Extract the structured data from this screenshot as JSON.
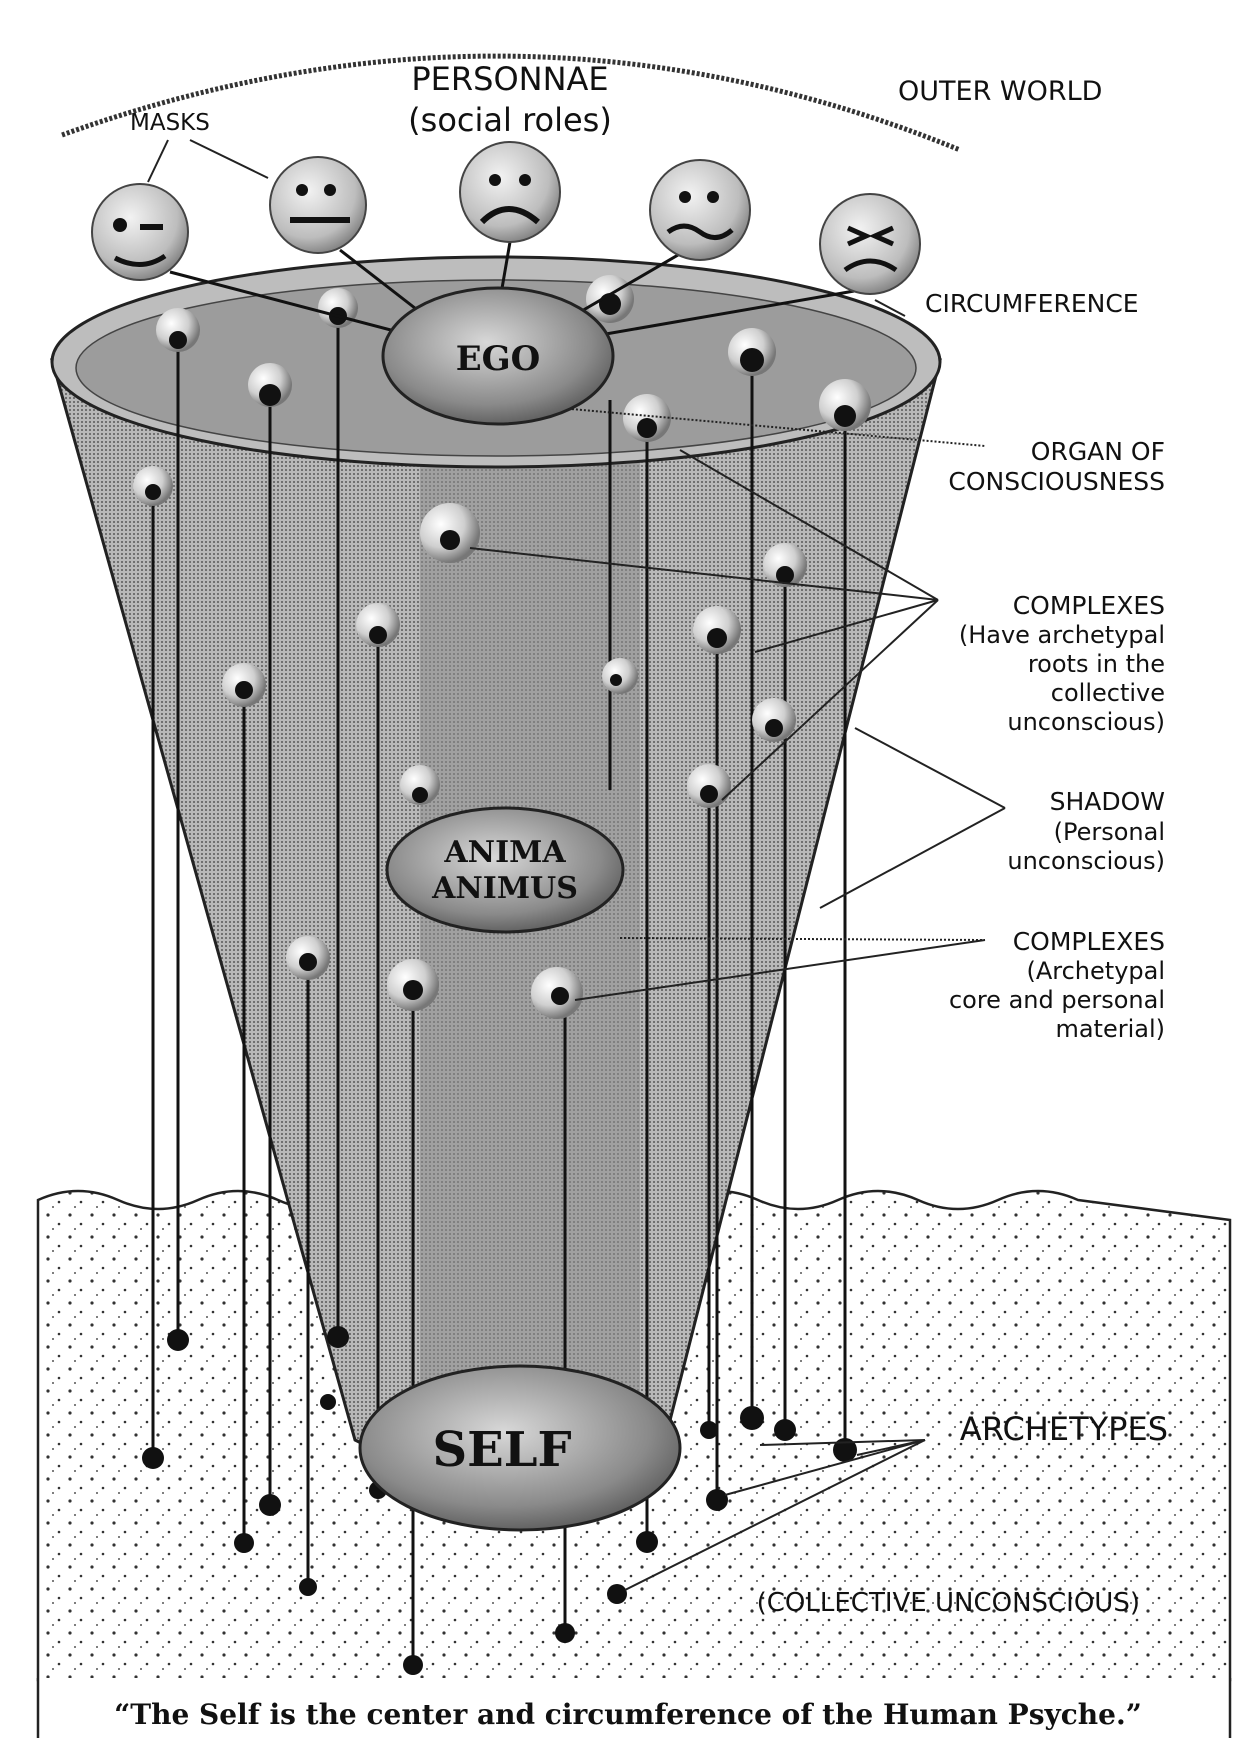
{
  "labels": {
    "masks": "MASKS",
    "personnae_line1": "PERSONNAE",
    "personnae_line2": "(social roles)",
    "outer_world": "OUTER WORLD",
    "circumference": "CIRCUMFERENCE",
    "organ_line1": "ORGAN OF",
    "organ_line2": "CONSCIOUSNESS",
    "complexes1_line1": "COMPLEXES",
    "complexes1_line2": "(Have archetypal",
    "complexes1_line3": "roots in the",
    "complexes1_line4": "collective",
    "complexes1_line5": "unconscious)",
    "shadow_line1": "SHADOW",
    "shadow_line2": "(Personal",
    "shadow_line3": "unconscious)",
    "complexes2_line1": "COMPLEXES",
    "complexes2_line2": "(Archetypal",
    "complexes2_line3": "core and personal",
    "complexes2_line4": "material)",
    "archetypes": "ARCHETYPES",
    "collective_unconscious": "(COLLECTIVE UNCONSCIOUS)",
    "ego": "EGO",
    "anima": "ANIMA",
    "animus": "ANIMUS",
    "self": "SELF"
  },
  "caption": "“The Self is the center and circumference of the Human Psyche.”",
  "colors": {
    "ink": "#111111",
    "cone": "#a9a9a9",
    "cone_inner": "#8c8c8c",
    "water": "#ffffff",
    "rim": "#bdbdbd"
  }
}
